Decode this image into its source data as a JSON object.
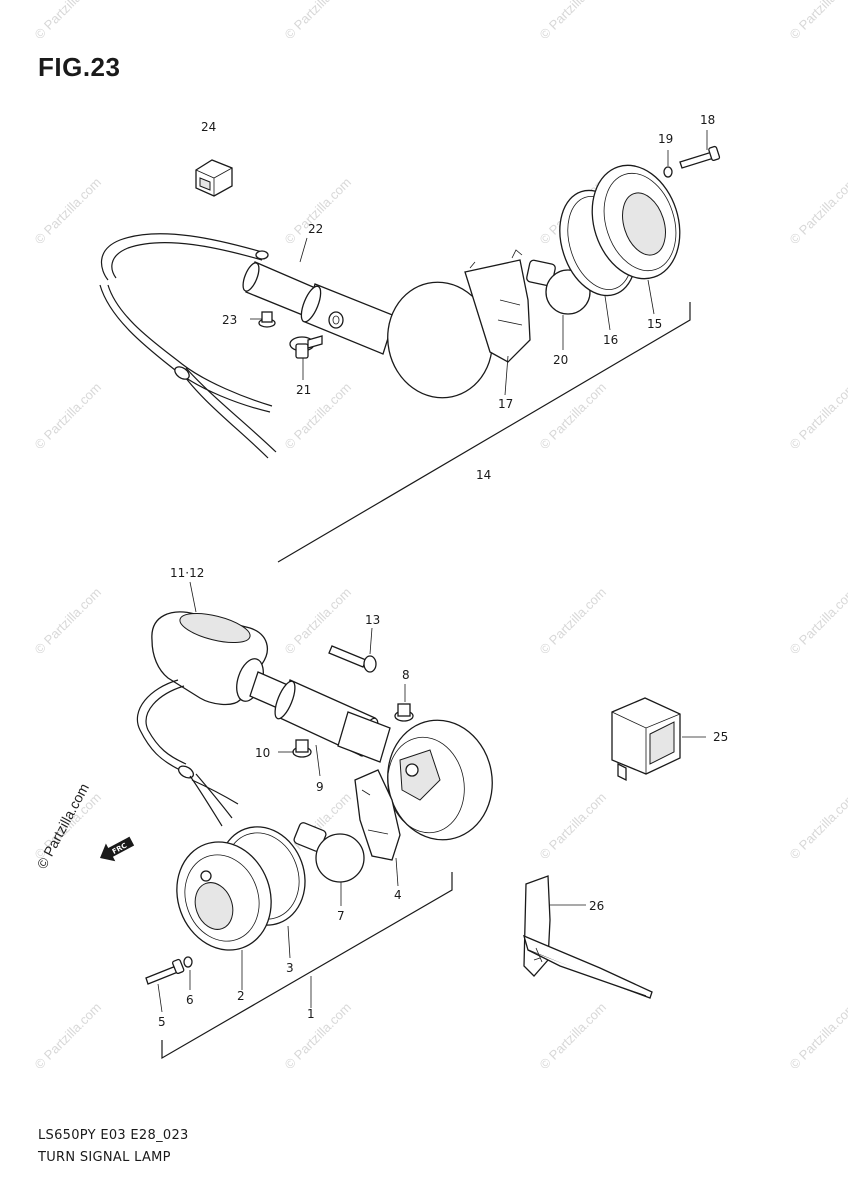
{
  "figure": {
    "title": "FIG.23",
    "code": "LS650PY E03 E28_023",
    "name": "TURN SIGNAL LAMP"
  },
  "watermark": "© Partzilla.com",
  "fac_arrow": "FRC",
  "callouts": [
    {
      "id": "c24",
      "label": "24"
    },
    {
      "id": "c22",
      "label": "22"
    },
    {
      "id": "c19",
      "label": "19"
    },
    {
      "id": "c18",
      "label": "18"
    },
    {
      "id": "c23",
      "label": "23"
    },
    {
      "id": "c21",
      "label": "21"
    },
    {
      "id": "c20",
      "label": "20"
    },
    {
      "id": "c16",
      "label": "16"
    },
    {
      "id": "c15",
      "label": "15"
    },
    {
      "id": "c17",
      "label": "17"
    },
    {
      "id": "c14",
      "label": "14"
    },
    {
      "id": "c1112",
      "label": "11·12"
    },
    {
      "id": "c13",
      "label": "13"
    },
    {
      "id": "c8",
      "label": "8"
    },
    {
      "id": "c10",
      "label": "10"
    },
    {
      "id": "c9",
      "label": "9"
    },
    {
      "id": "c25",
      "label": "25"
    },
    {
      "id": "c4",
      "label": "4"
    },
    {
      "id": "c7",
      "label": "7"
    },
    {
      "id": "c26",
      "label": "26"
    },
    {
      "id": "c3",
      "label": "3"
    },
    {
      "id": "c2",
      "label": "2"
    },
    {
      "id": "c6",
      "label": "6"
    },
    {
      "id": "c5",
      "label": "5"
    },
    {
      "id": "c1",
      "label": "1"
    }
  ]
}
